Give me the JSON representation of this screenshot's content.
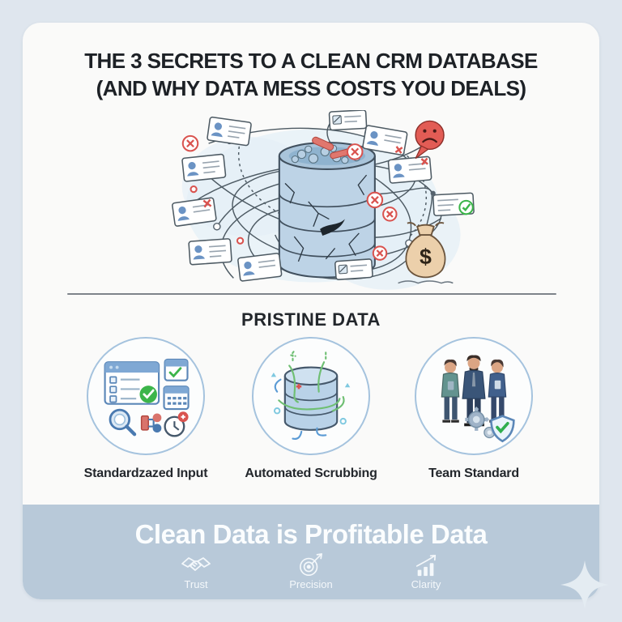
{
  "colors": {
    "page_bg": "#dfe6ee",
    "card_bg": "#fafaf9",
    "banner_bg": "#b8c9d9",
    "title_text": "#1d2126",
    "banner_text": "#fbfdfe",
    "circle_border": "#a5c3de",
    "accent_red": "#d9534f",
    "accent_green": "#3cb54a",
    "accent_blue": "#6b93c4",
    "database_fill": "#bdd3e6",
    "money_bag_fill": "#ecd0ab"
  },
  "header": {
    "title_line1": "THE 3 SECRETS TO A CLEAN CRM DATABASE",
    "title_line2": "(AND WHY DATA MESS COSTS YOU DEALS)"
  },
  "illustration": {
    "money_symbol": "$"
  },
  "pristine": {
    "heading": "PRISTINE DATA",
    "items": [
      {
        "label": "Standardzazed Input"
      },
      {
        "label": "Automated Scrubbing"
      },
      {
        "label": "Team Standard"
      }
    ]
  },
  "banner": {
    "headline": "Clean Data is Profitable Data",
    "badges": [
      {
        "label": "Trust"
      },
      {
        "label": "Precision"
      },
      {
        "label": "Clarity"
      }
    ]
  }
}
